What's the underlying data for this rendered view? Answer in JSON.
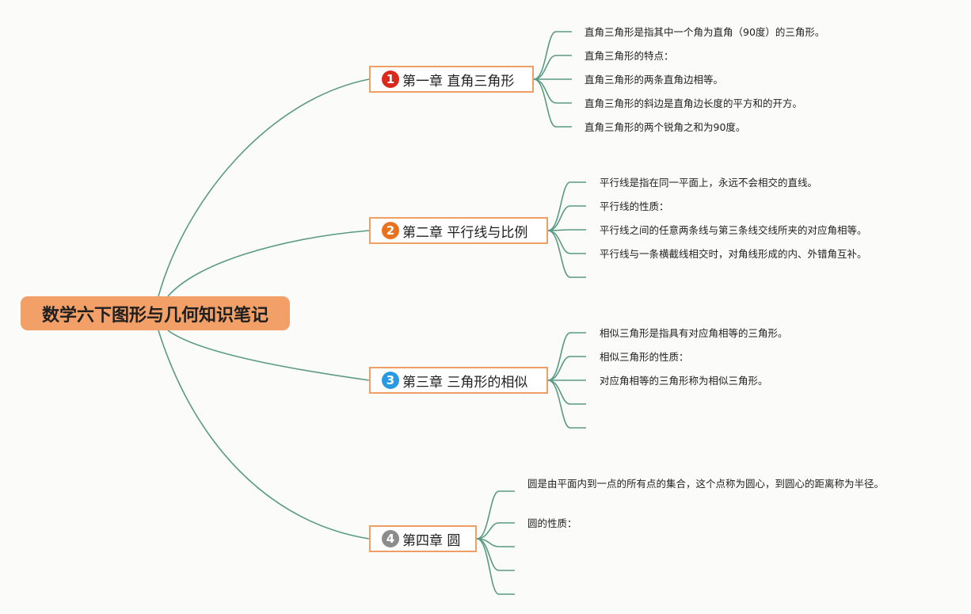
{
  "root": {
    "title": "数学六下图形与几何知识笔记"
  },
  "style": {
    "line_color": "#5a9a85",
    "chapter_border": "#ef9f63",
    "root_fill": "#f2a067"
  },
  "chapters": [
    {
      "number": "1",
      "badge_color": "#d9291c",
      "title": "第一章 直角三角形",
      "points": [
        "直角三角形是指其中一个角为直角（90度）的三角形。",
        "直角三角形的特点：",
        "直角三角形的两条直角边相等。",
        "直角三角形的斜边是直角边长度的平方和的开方。",
        "直角三角形的两个锐角之和为90度。"
      ]
    },
    {
      "number": "2",
      "badge_color": "#e8731e",
      "title": "第二章 平行线与比例",
      "points": [
        "平行线是指在同一平面上，永远不会相交的直线。",
        "平行线的性质：",
        "平行线之间的任意两条线与第三条线交线所夹的对应角相等。",
        "平行线与一条横截线相交时，对角线形成的内、外错角互补。",
        ""
      ]
    },
    {
      "number": "3",
      "badge_color": "#2a9ae0",
      "title": "第三章 三角形的相似",
      "points": [
        "相似三角形是指具有对应角相等的三角形。",
        "相似三角形的性质：",
        "对应角相等的三角形称为相似三角形。",
        "",
        ""
      ]
    },
    {
      "number": "4",
      "badge_color": "#8c8c8c",
      "title": "第四章 圆",
      "points": [
        "圆是由平面内到一点的所有点的集合，这个点称为圆心，到圆心的距离称为半径。",
        "圆的性质：",
        "",
        "",
        ""
      ]
    }
  ]
}
